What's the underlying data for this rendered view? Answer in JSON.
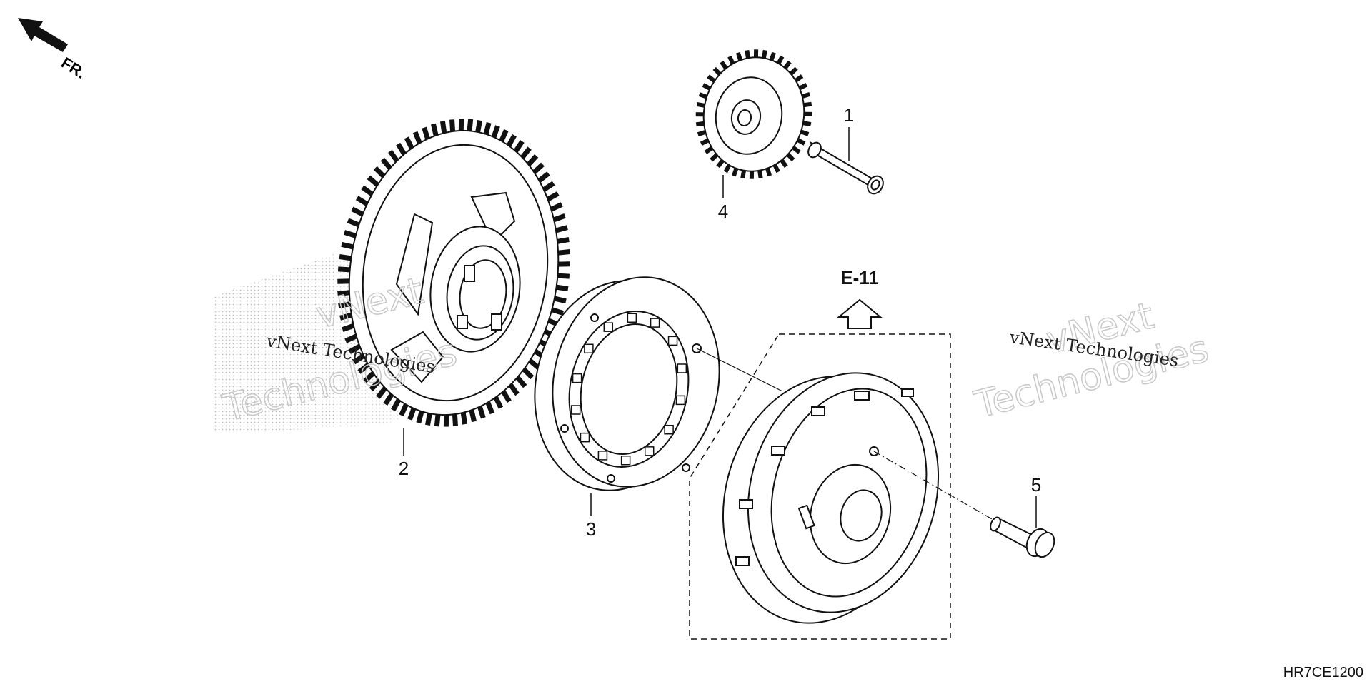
{
  "direction_label": "FR.",
  "reference_label": "E-11",
  "diagram_code": "HR7CE1200",
  "callouts": [
    "1",
    "2",
    "3",
    "4",
    "5"
  ],
  "watermarks": [
    {
      "line1": "vNext",
      "line2": "Technologies",
      "small": "vNext Technologies"
    },
    {
      "line1": "vNext",
      "line2": "Technologies",
      "small": "vNext Technologies"
    }
  ],
  "parts": [
    {
      "id": "1",
      "name": "pin-shaft"
    },
    {
      "id": "2",
      "name": "starter-driven-gear"
    },
    {
      "id": "3",
      "name": "starter-clutch-one-way"
    },
    {
      "id": "4",
      "name": "idle-gear"
    },
    {
      "id": "5",
      "name": "flange-bolt"
    }
  ]
}
